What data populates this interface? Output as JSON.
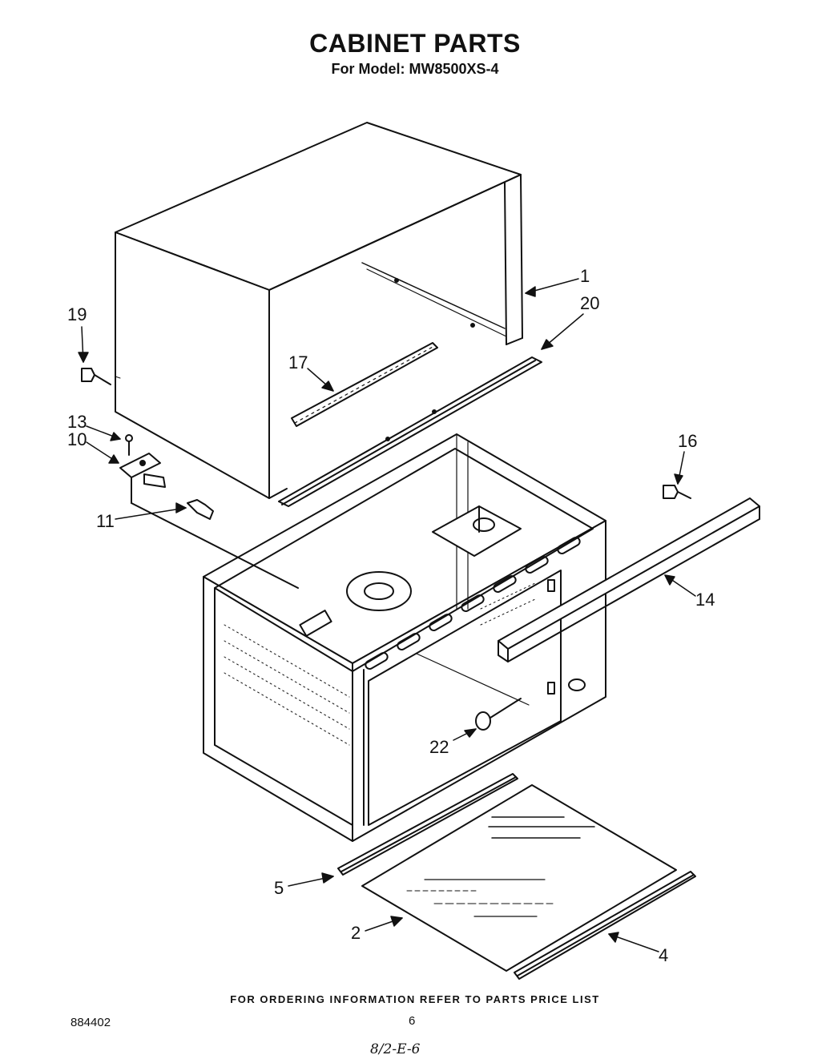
{
  "header": {
    "title": "CABINET PARTS",
    "subtitle": "For Model: MW8500XS-4"
  },
  "callouts": {
    "c1": "1",
    "c2": "2",
    "c4": "4",
    "c5": "5",
    "c10": "10",
    "c11": "11",
    "c13": "13",
    "c14": "14",
    "c16": "16",
    "c17": "17",
    "c19": "19",
    "c20": "20",
    "c22": "22"
  },
  "footer": {
    "note": "FOR ORDERING INFORMATION REFER TO PARTS PRICE LIST",
    "doc_number": "884402",
    "page_number": "6",
    "handwritten": "8/2-E-6"
  }
}
